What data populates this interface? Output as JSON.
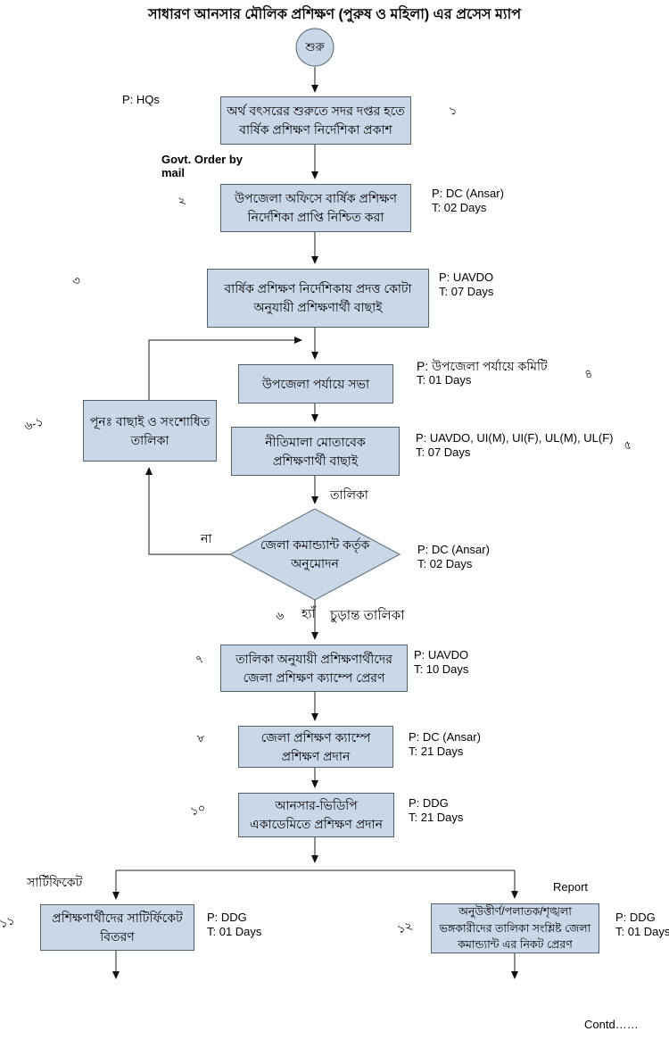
{
  "title": "সাধারণ আনসার মৌলিক প্রশিক্ষণ (পুরুষ ও মহিলা) এর প্রসেস ম্যাপ",
  "start_label": "শুরু",
  "colors": {
    "node_fill": "#c9d8e8",
    "node_border": "#55616b",
    "connector": "#1c1c1c",
    "background": "#ffffff"
  },
  "steps": {
    "s1": {
      "num": "১",
      "label": "অর্থ বৎসরের শুরুতে সদর দপ্তর হতে বার্ষিক প্রশিক্ষণ নির্দেশিকা প্রকাশ",
      "p": "P: HQs",
      "t": ""
    },
    "s2": {
      "num": "২",
      "label": "উপজেলা অফিসে বার্ষিক প্রশিক্ষণ নির্দেশিকা প্রাপ্তি নিশ্চিত করা",
      "p": "P: DC (Ansar)",
      "t": "T: 02 Days"
    },
    "s3": {
      "num": "৩",
      "label": "বার্ষিক প্রশিক্ষণ নির্দেশিকায় প্রদত্ত কোটা অনুযায়ী প্রশিক্ষণার্থী বাছাই",
      "p": "P: UAVDO",
      "t": "T: 07 Days"
    },
    "s4": {
      "num": "৪",
      "label": "উপজেলা পর্যায়ে সভা",
      "p": "P: উপজেলা পর্যায়ে কমিটি",
      "t": "T: 01 Days"
    },
    "s5": {
      "num": "৫",
      "label": "নীতিমালা মোতাবেক প্রশিক্ষণার্থী বাছাই",
      "p": "P: UAVDO, UI(M), UI(F), UL(M), UL(F)",
      "t": "T: 07 Days"
    },
    "s6": {
      "num": "৬",
      "label": "জেলা কমান্ড্যান্ট কর্তৃক অনুমোদন",
      "p": "P: DC (Ansar)",
      "t": "T: 02 Days"
    },
    "s7": {
      "num": "৭",
      "label": "তালিকা অনুযায়ী প্রশিক্ষণার্থীদের জেলা প্রশিক্ষণ ক্যাম্পে প্রেরণ",
      "p": "P: UAVDO",
      "t": "T: 10 Days"
    },
    "s8": {
      "num": "৮",
      "label": "জেলা প্রশিক্ষণ ক্যাম্পে প্রশিক্ষণ প্রদান",
      "p": "P: DC (Ansar)",
      "t": "T: 21 Days"
    },
    "s10": {
      "num": "১০",
      "label": "আনসার-ভিডিপি একাডেমিতে প্রশিক্ষণ প্রদান",
      "p": "P: DDG",
      "t": "T: 21 Days"
    },
    "s11": {
      "num": "১১",
      "label": "প্রশিক্ষণার্থীদের সাটির্ফিকেট বিতরণ",
      "p": "P: DDG",
      "t": "T: 01 Days"
    },
    "s12": {
      "num": "১২",
      "label": "অনুউত্তীর্ণ/পলাতক/শৃঙ্খলা ভঙ্গকারীদের তালিকা সংশ্লিষ্ট জেলা কমান্ড্যান্ট এর নিকট প্রেরণ",
      "p": "P: DDG",
      "t": "T: 01 Days"
    }
  },
  "rework": {
    "num": "৬-১",
    "label": "পূনঃ বাছাই ও সংশোধিত তালিকা"
  },
  "edge_labels": {
    "govt_order": "Govt. Order by mail",
    "list": "তালিকা",
    "no": "না",
    "yes": "হ্যাঁ",
    "final_list": "চুড়ান্ত তালিকা",
    "certificate": "সার্টিফিকেট",
    "report": "Report"
  },
  "contd": "Contd……"
}
